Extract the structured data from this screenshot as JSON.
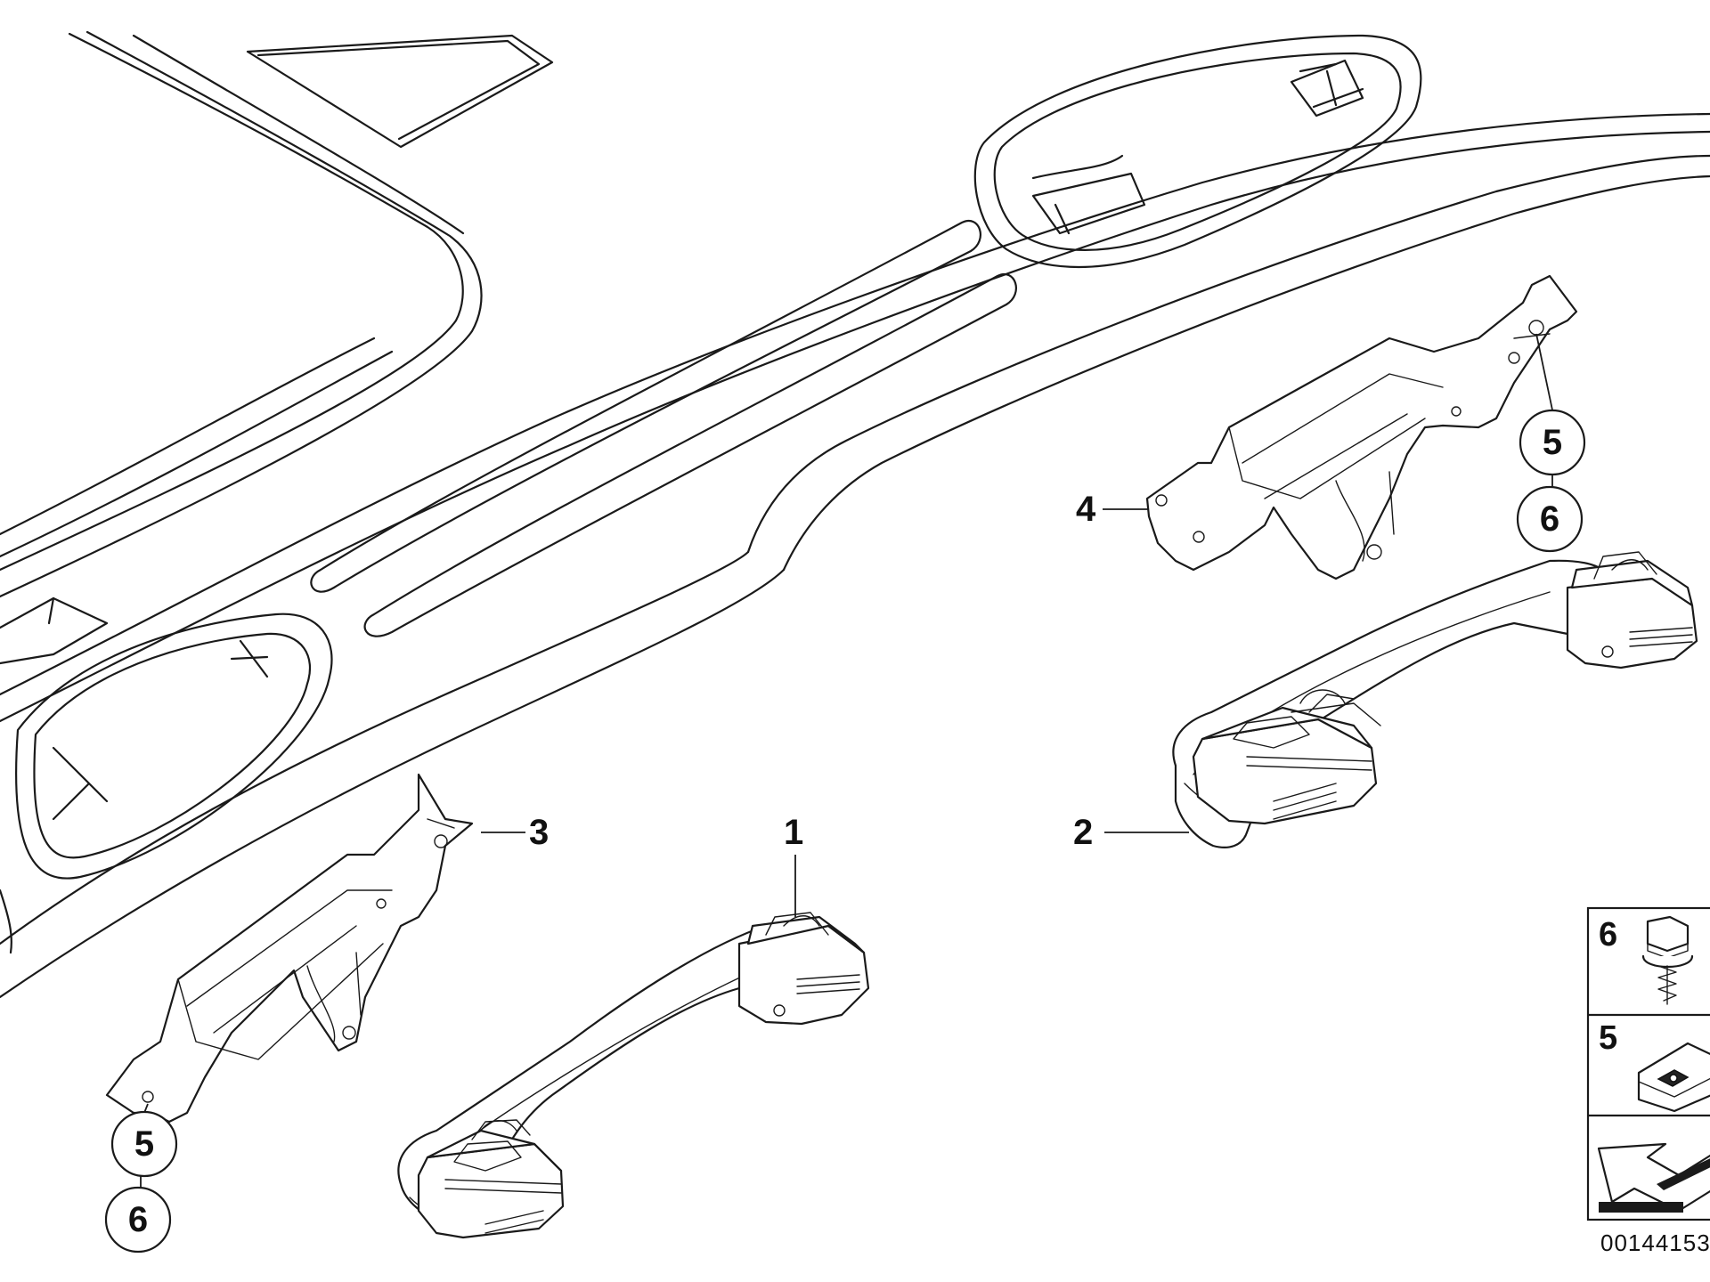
{
  "diagram": {
    "callouts": [
      {
        "id": "1",
        "label": "1"
      },
      {
        "id": "2",
        "label": "2"
      },
      {
        "id": "3",
        "label": "3"
      },
      {
        "id": "4",
        "label": "4"
      }
    ],
    "circled_refs": {
      "right_upper": "5",
      "right_lower": "6",
      "left_upper": "5",
      "left_lower": "6"
    },
    "legend": {
      "items": [
        {
          "number": "6",
          "icon": "screw-icon"
        },
        {
          "number": "5",
          "icon": "clip-nut-icon"
        },
        {
          "number": "",
          "icon": "arrow-symbol-icon"
        }
      ]
    },
    "reference_number": "00144153"
  }
}
